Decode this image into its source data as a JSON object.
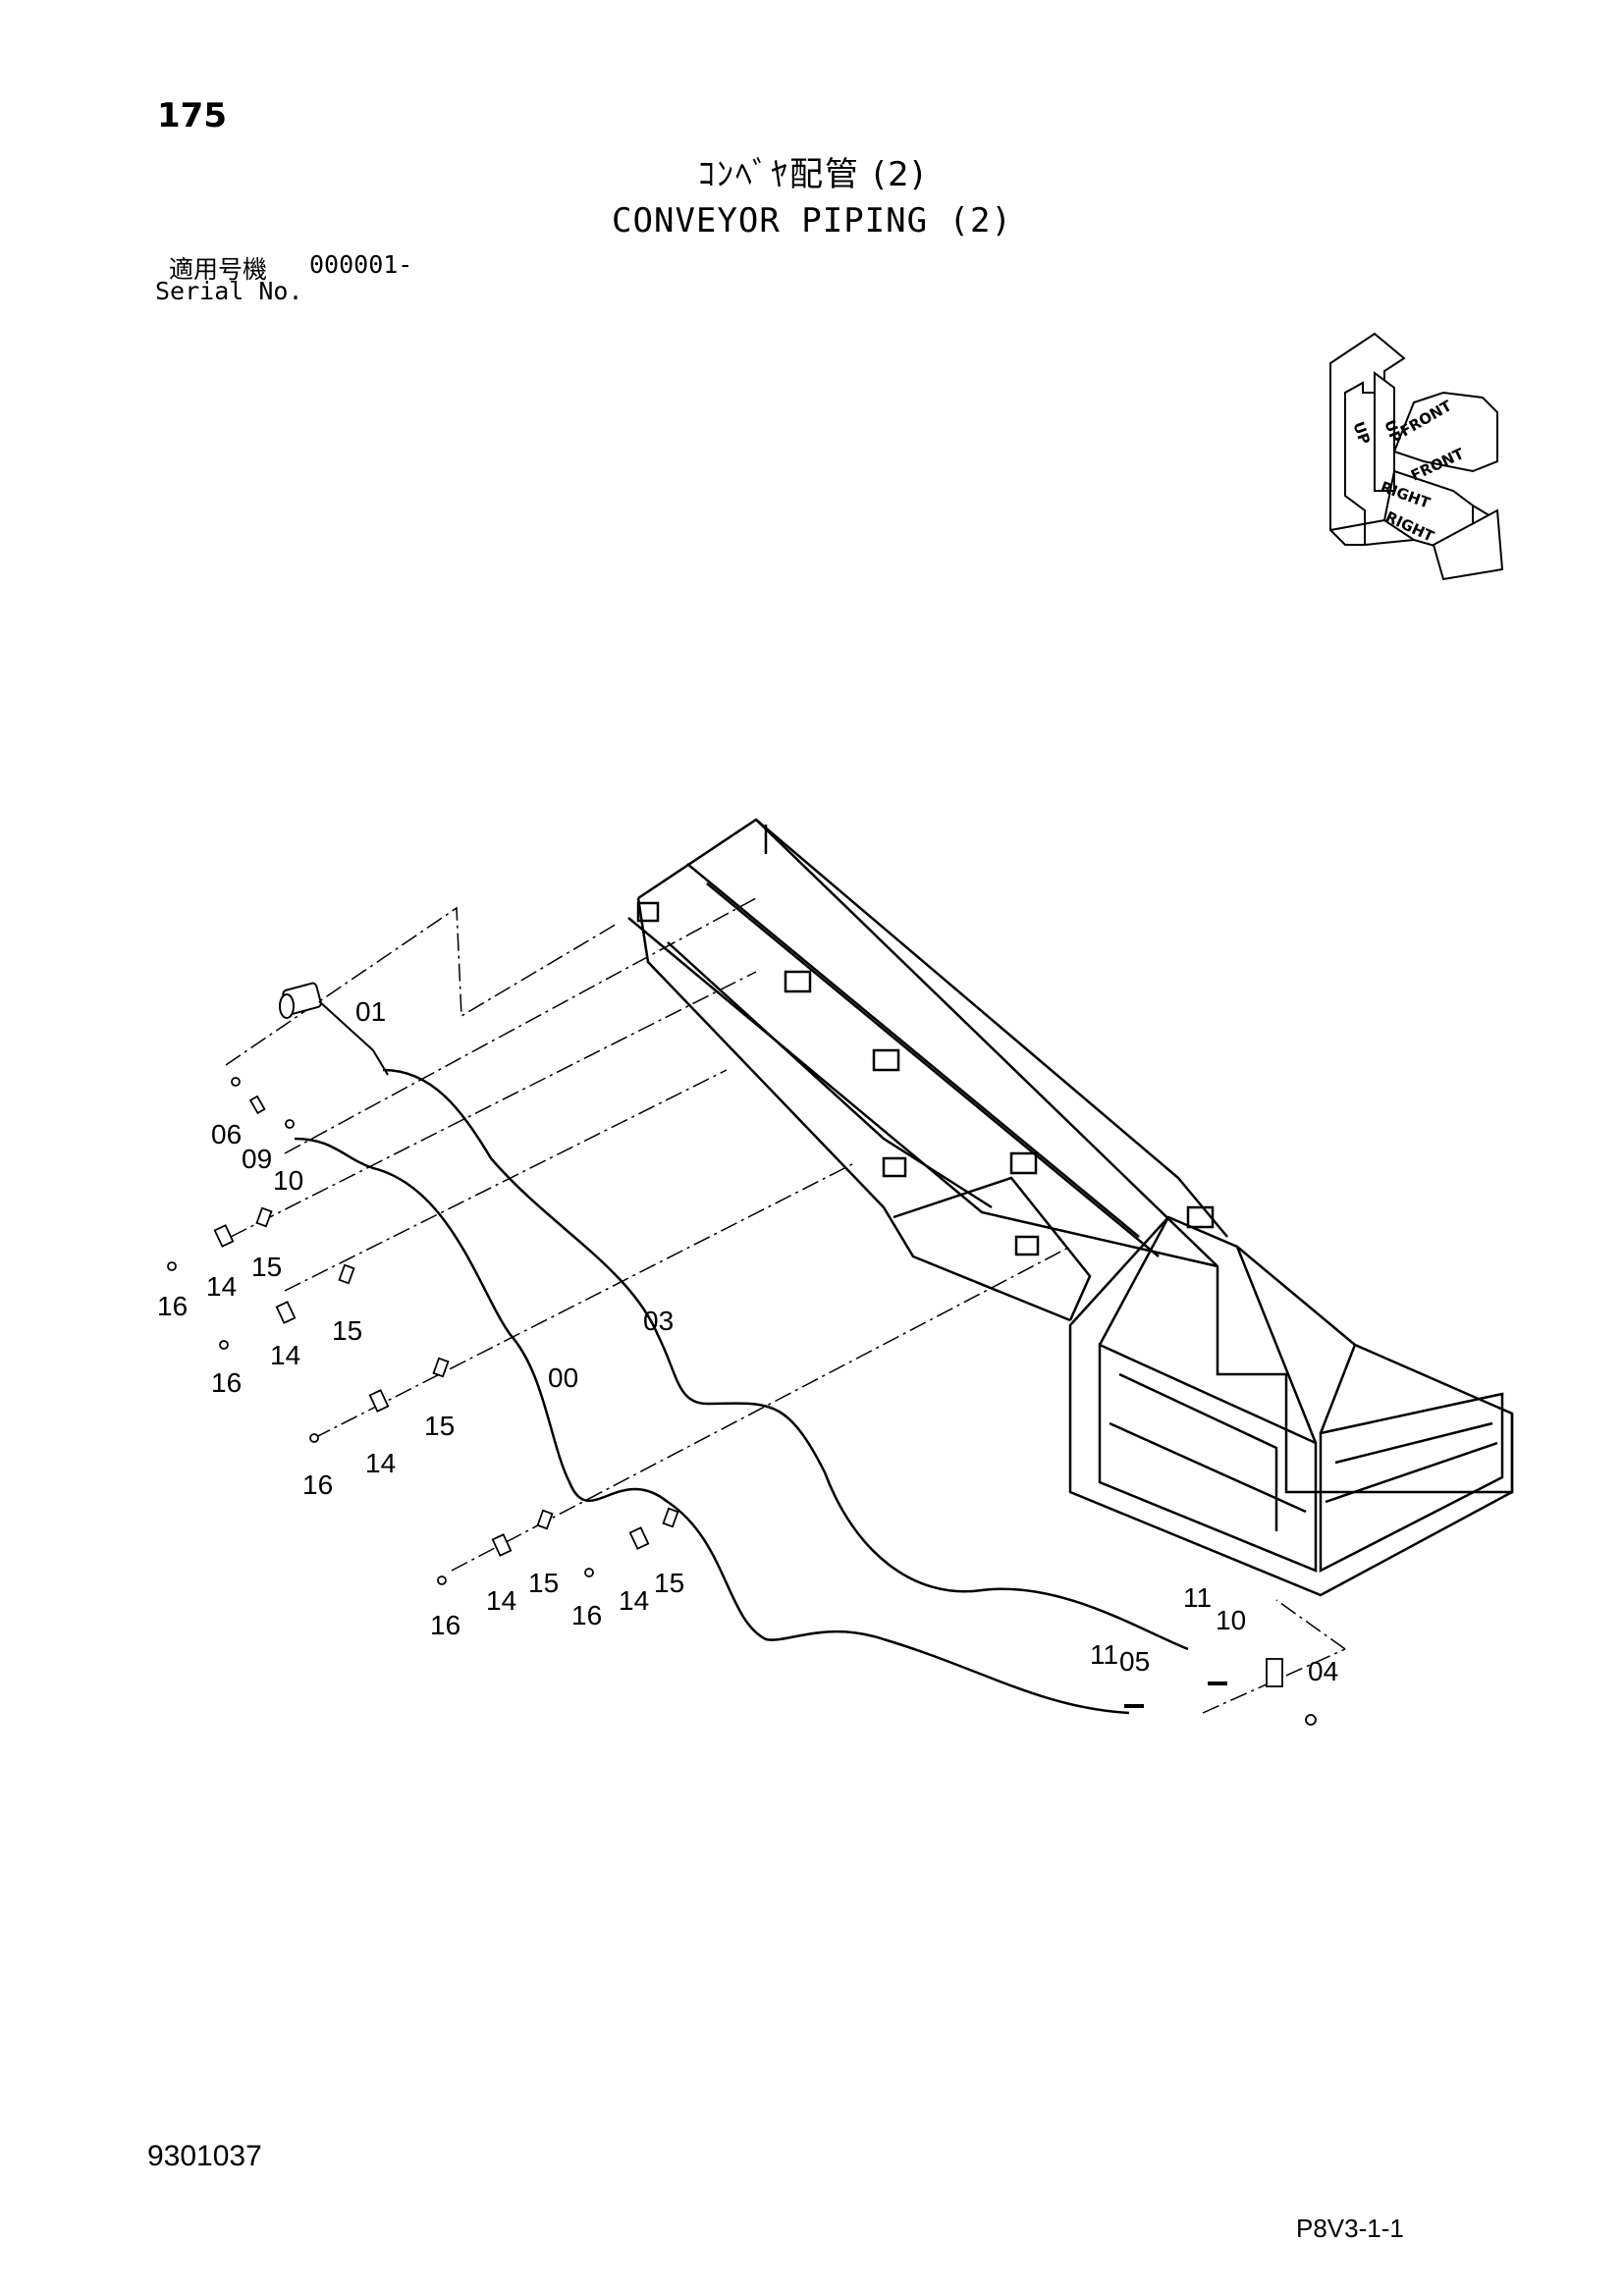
{
  "header": {
    "page_number": "175",
    "title_jp": "ｺﾝﾍﾞﾔ配管 (2)",
    "title_en": "CONVEYOR PIPING (2)",
    "serial_label_jp": "適用号機",
    "serial_value": "000001-",
    "serial_label_en": "Serial No."
  },
  "orientation": {
    "up": "UP",
    "front": "FRONT",
    "right": "RIGHT"
  },
  "callouts": [
    "00",
    "01",
    "03",
    "04",
    "05",
    "06",
    "09",
    "10",
    "10",
    "11",
    "11",
    "14",
    "14",
    "14",
    "14",
    "14",
    "15",
    "15",
    "15",
    "15",
    "15",
    "16",
    "16",
    "16",
    "16",
    "16"
  ],
  "footer": {
    "doc_number": "9301037",
    "page_code": "P8V3-1-1"
  }
}
